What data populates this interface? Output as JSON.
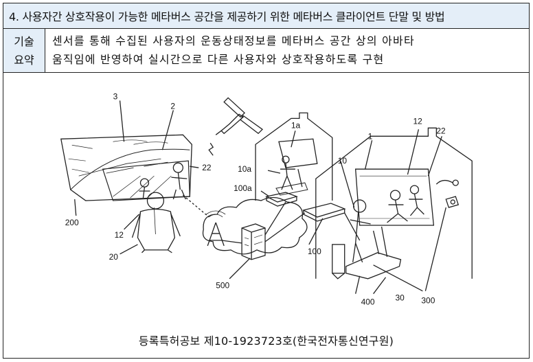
{
  "title": "4. 사용자간 상호작용이 가능한 메타버스 공간을 제공하기 위한 메타버스 클라이언트 단말 및 방법",
  "summary": {
    "label_line1": "기술",
    "label_line2": "요약",
    "text_line1": "센서를 통해 수집된 사용자의 운동상태정보를 메타버스 공간 상의 아바타",
    "text_line2": "움직임에 반영하여 실시간으로 다른 사용자와 상호작용하도록 구현"
  },
  "figure_labels": {
    "l3": "3",
    "l2": "2",
    "l22_left": "22",
    "l200": "200",
    "l12_left": "12",
    "l20": "20",
    "l1a": "1a",
    "l10a": "10a",
    "l100a": "100a",
    "l500": "500",
    "l100": "100",
    "l1": "1",
    "l12_right": "12",
    "l22_right": "22",
    "l10": "10",
    "l400": "400",
    "l30": "30",
    "l300": "300"
  },
  "caption": "등록특허공보 제10-1923723호(한국전자통신연구원)"
}
